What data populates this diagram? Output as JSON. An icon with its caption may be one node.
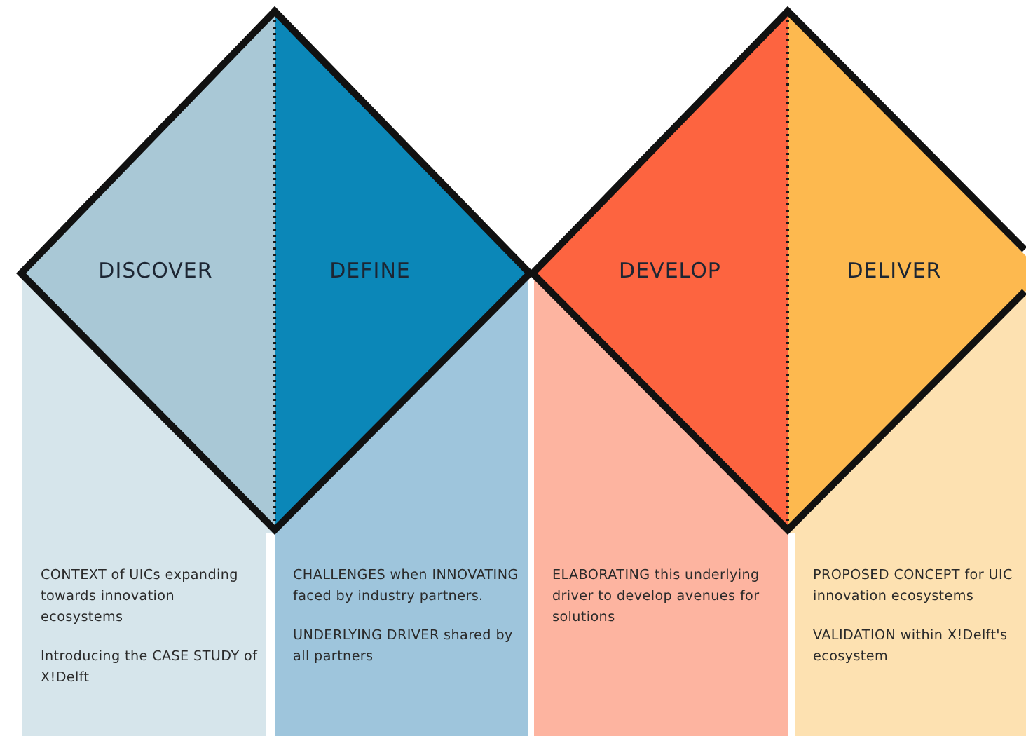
{
  "diagram": {
    "nodes": [
      {
        "text": [
          "DISCOVER"
        ]
      },
      {
        "text": [
          "DEFINE"
        ]
      },
      {
        "text": [
          "DEVELOP"
        ]
      },
      {
        "text": [
          "DELIVER"
        ]
      },
      {
        "text": [
          "CONTEXT of UICs expanding towards innovation ecosystems",
          "Introducing the CASE STUDY of X!Delft"
        ]
      },
      {
        "text": [
          "CHALLENGES when INNOVATING faced by industry partners.",
          "UNDERLYING DRIVER shared by all partners"
        ]
      },
      {
        "text": [
          "ELABORATING this underlying driver to develop avenues for solutions"
        ]
      },
      {
        "text": [
          "PROPOSED CONCEPT for UIC innovation ecosystems",
          "VALIDATION within X!Delft's ecosystem"
        ]
      }
    ]
  }
}
